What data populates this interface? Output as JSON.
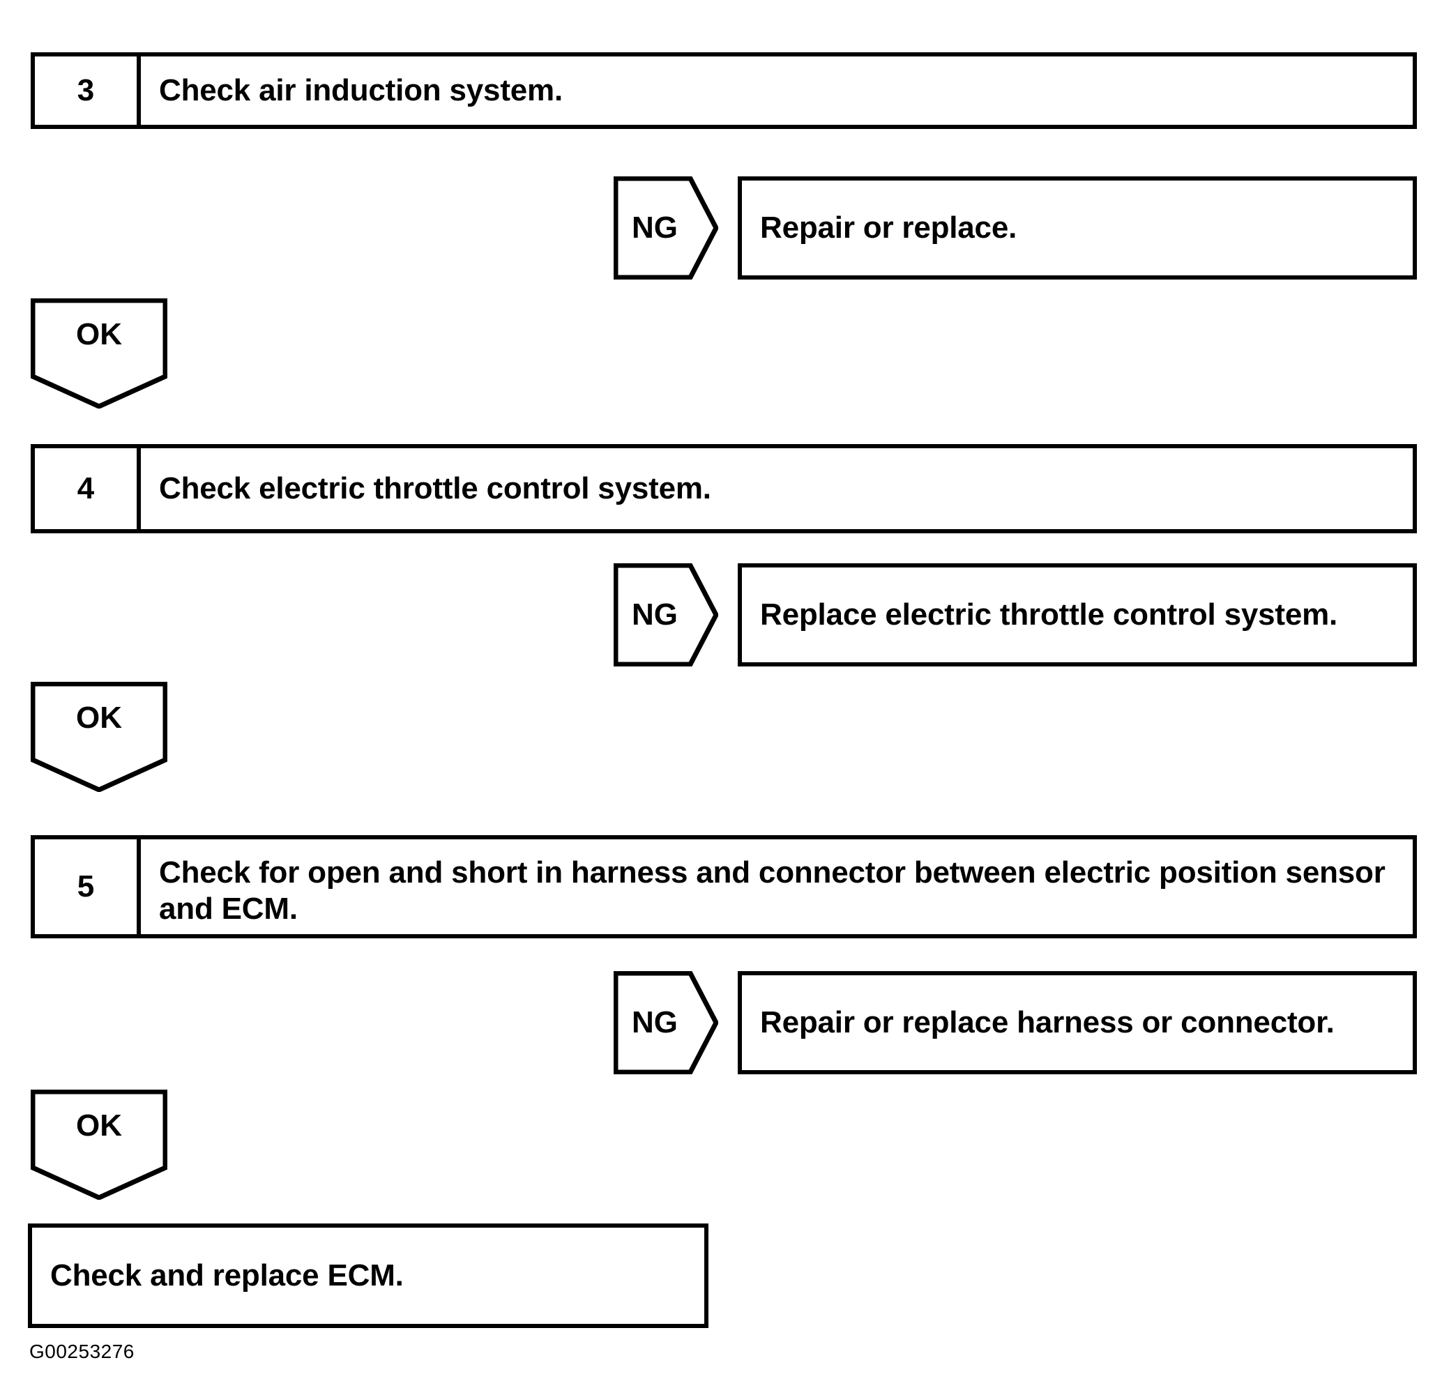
{
  "figure": {
    "id_label": "G00253276",
    "type": "diagnostic-flowchart"
  },
  "steps": [
    {
      "number": "3",
      "instruction": "Check air induction system.",
      "ng": {
        "label": "NG",
        "action": "Repair or replace."
      },
      "ok": {
        "label": "OK"
      }
    },
    {
      "number": "4",
      "instruction": "Check electric throttle control system.",
      "ng": {
        "label": "NG",
        "action": "Replace electric throttle control system."
      },
      "ok": {
        "label": "OK"
      }
    },
    {
      "number": "5",
      "instruction": "Check for open and short in harness and connector between electric position sensor and ECM.",
      "ng": {
        "label": "NG",
        "action": "Repair or replace harness or connector."
      },
      "ok": {
        "label": "OK"
      }
    }
  ],
  "final": {
    "action": "Check and replace ECM."
  },
  "colors": {
    "stroke": "#000000",
    "background": "#ffffff",
    "text": "#000000"
  }
}
